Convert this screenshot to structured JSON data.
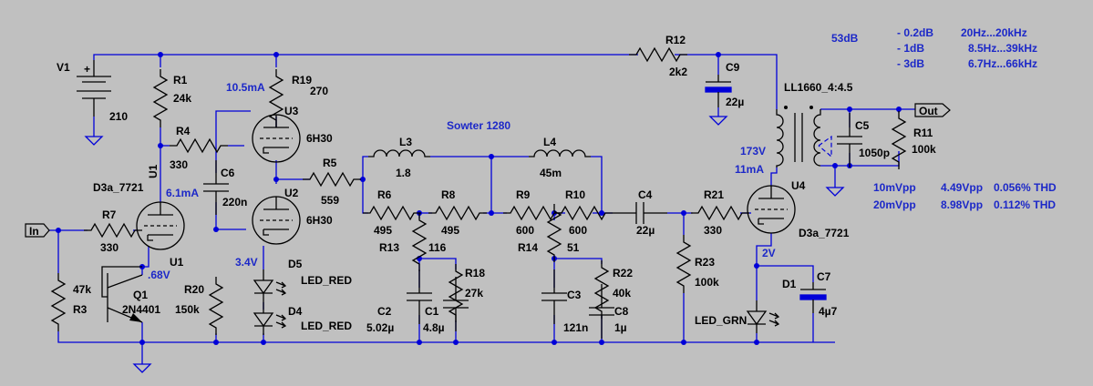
{
  "title_annotation": "Sowter 1280",
  "gain": "53dB",
  "response": [
    {
      "level": "- 0.2dB",
      "range": "20Hz...20kHz"
    },
    {
      "level": "- 1dB",
      "range": "8.5Hz...39kHz"
    },
    {
      "level": "- 3dB",
      "range": "6.7Hz...66kHz"
    }
  ],
  "distortion": [
    {
      "input": "10mVpp",
      "output": "4.49Vpp",
      "thd": "0.056% THD"
    },
    {
      "input": "20mVpp",
      "output": "8.98Vpp",
      "thd": "0.112% THD"
    }
  ],
  "ports": {
    "input": "In",
    "output": "Out"
  },
  "supply": {
    "name": "V1",
    "value": "210",
    "plus": "+"
  },
  "tubes": {
    "U1": {
      "name": "U1",
      "alt_name": "U1",
      "model": "D3a_7721",
      "current": "6.1mA",
      "bias": ".68V"
    },
    "U2": {
      "name": "U2",
      "model": "6H30",
      "bias": "3.4V"
    },
    "U3": {
      "name": "U3",
      "model": "6H30",
      "current": "10.5mA"
    },
    "U4": {
      "name": "U4",
      "model": "D3a_7721",
      "voltage": "173V",
      "current": "11mA",
      "bias": "2V"
    }
  },
  "transistor": {
    "name": "Q1",
    "model": "2N4401"
  },
  "transformer": {
    "name": "LL1660_4:4.5"
  },
  "resistors": {
    "R1": {
      "name": "R1",
      "value": "24k"
    },
    "R3": {
      "name": "R3",
      "value": "47k"
    },
    "R4": {
      "name": "R4",
      "value": "330"
    },
    "R5": {
      "name": "R5",
      "value": "559"
    },
    "R6": {
      "name": "R6",
      "value": "495"
    },
    "R7": {
      "name": "R7",
      "value": "330"
    },
    "R8": {
      "name": "R8",
      "value": "495"
    },
    "R9": {
      "name": "R9",
      "value": "600"
    },
    "R10": {
      "name": "R10",
      "value": "600"
    },
    "R11": {
      "name": "R11",
      "value": "100k"
    },
    "R12": {
      "name": "R12",
      "value": "2k2"
    },
    "R13": {
      "name": "R13",
      "value": "116"
    },
    "R14": {
      "name": "R14",
      "value": "51"
    },
    "R18": {
      "name": "R18",
      "value": "27k"
    },
    "R19": {
      "name": "R19",
      "value": "270"
    },
    "R20": {
      "name": "R20",
      "value": "150k"
    },
    "R21": {
      "name": "R21",
      "value": "330"
    },
    "R22": {
      "name": "R22",
      "value": "40k"
    },
    "R23": {
      "name": "R23",
      "value": "100k"
    }
  },
  "capacitors": {
    "C1": {
      "name": "C1",
      "value": "4.8µ"
    },
    "C2": {
      "name": "C2",
      "value": "5.02µ"
    },
    "C3": {
      "name": "C3",
      "value": "121n"
    },
    "C4": {
      "name": "C4",
      "value": "22µ"
    },
    "C5": {
      "name": "C5",
      "value": "1050p"
    },
    "C6": {
      "name": "C6",
      "value": "220n"
    },
    "C7": {
      "name": "C7",
      "value": "4µ7"
    },
    "C8": {
      "name": "C8",
      "value": "1µ"
    },
    "C9": {
      "name": "C9",
      "value": "22µ"
    }
  },
  "inductors": {
    "L3": {
      "name": "L3",
      "value": "1.8"
    },
    "L4": {
      "name": "L4",
      "value": "45m"
    }
  },
  "leds": {
    "D1": {
      "name": "D1",
      "model": "LED_GRN"
    },
    "D4": {
      "name": "D4",
      "model": "LED_RED"
    },
    "D5": {
      "name": "D5",
      "model": "LED_RED"
    }
  },
  "colors": {
    "background": "#c0c0c0",
    "wire": "#0000d8",
    "component": "#000000",
    "annotation": "#1c28c8"
  }
}
